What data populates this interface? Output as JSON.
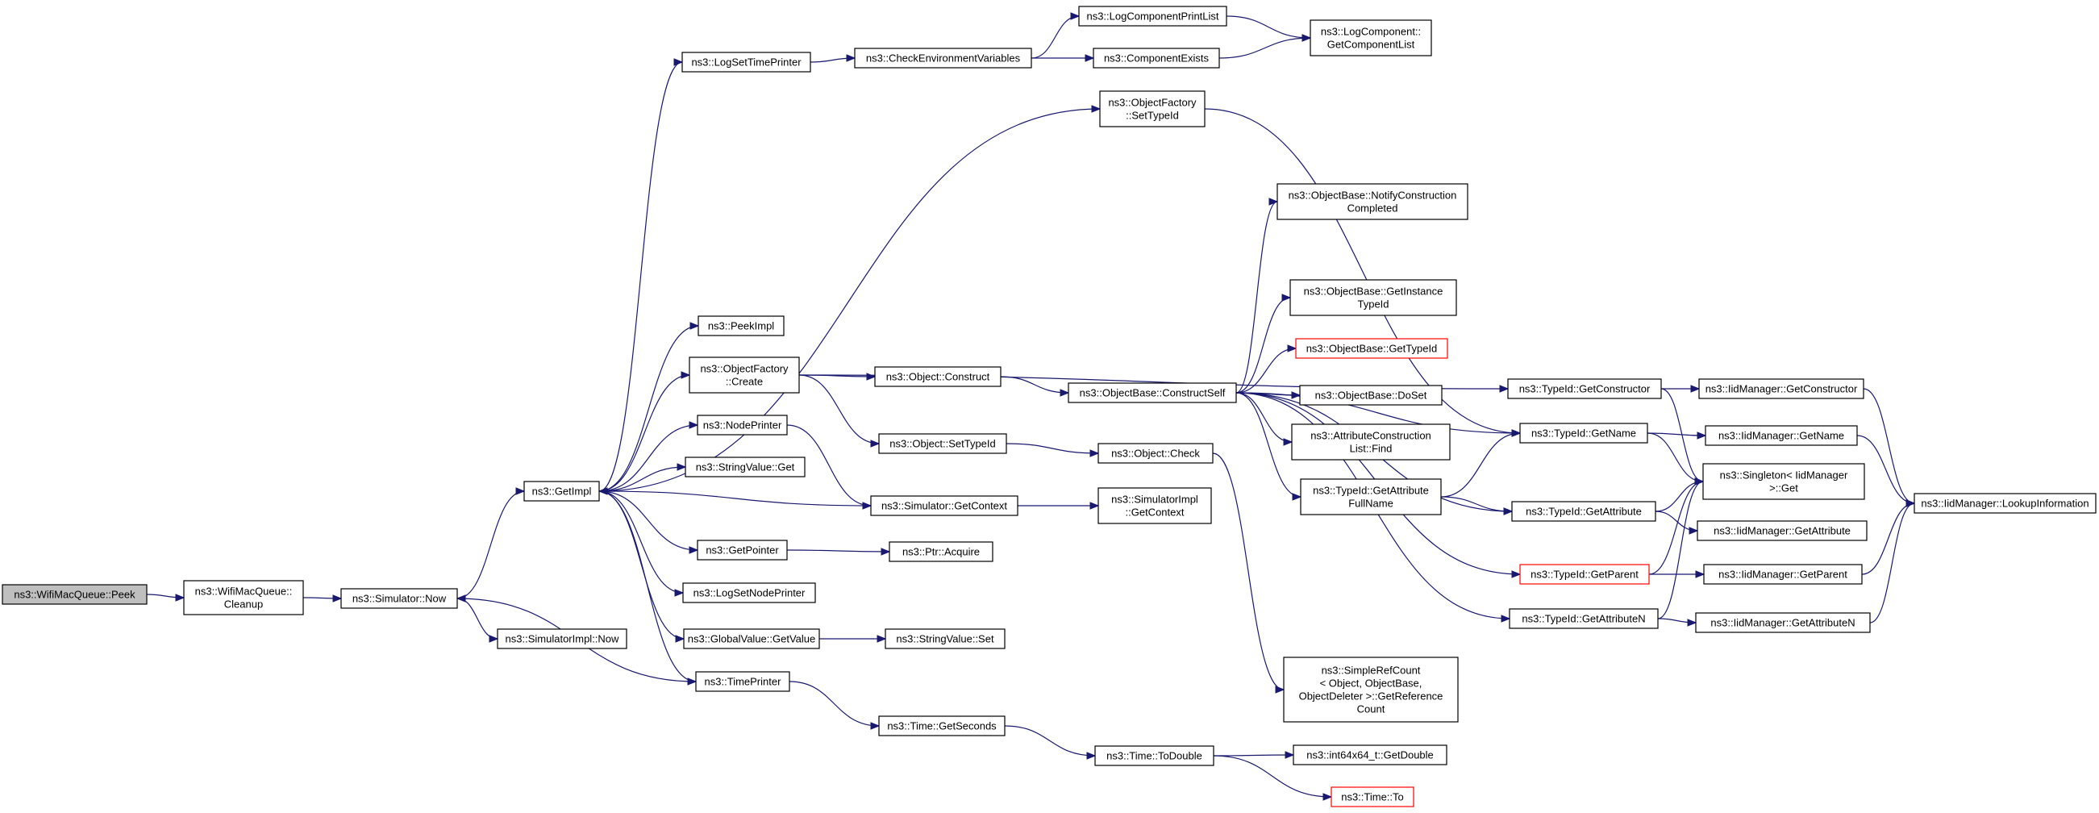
{
  "graph": {
    "edge_color": "#191970",
    "red_border_color": "#ff0000",
    "root_fill": "#bfbfbf",
    "nodes": [
      {
        "id": "peek",
        "lines": [
          "ns3::WifiMacQueue::Peek"
        ],
        "style": "root"
      },
      {
        "id": "cleanup",
        "lines": [
          "ns3::WifiMacQueue::",
          "Cleanup"
        ]
      },
      {
        "id": "simnow",
        "lines": [
          "ns3::Simulator::Now"
        ]
      },
      {
        "id": "simimplnow",
        "lines": [
          "ns3::SimulatorImpl::Now"
        ]
      },
      {
        "id": "getimpl",
        "lines": [
          "ns3::GetImpl"
        ]
      },
      {
        "id": "logsettimeprinter",
        "lines": [
          "ns3::LogSetTimePrinter"
        ]
      },
      {
        "id": "checkenv",
        "lines": [
          "ns3::CheckEnvironmentVariables"
        ]
      },
      {
        "id": "logcompprintlist",
        "lines": [
          "ns3::LogComponentPrintList"
        ]
      },
      {
        "id": "compexists",
        "lines": [
          "ns3::ComponentExists"
        ]
      },
      {
        "id": "getcomplist",
        "lines": [
          "ns3::LogComponent::",
          "GetComponentList"
        ]
      },
      {
        "id": "ofsettypeid",
        "lines": [
          "ns3::ObjectFactory",
          "::SetTypeId"
        ]
      },
      {
        "id": "peekimpl",
        "lines": [
          "ns3::PeekImpl"
        ]
      },
      {
        "id": "ofcreate",
        "lines": [
          "ns3::ObjectFactory",
          "::Create"
        ]
      },
      {
        "id": "nodeprinter",
        "lines": [
          "ns3::NodePrinter"
        ]
      },
      {
        "id": "strvalget",
        "lines": [
          "ns3::StringValue::Get"
        ]
      },
      {
        "id": "simgetcontext",
        "lines": [
          "ns3::Simulator::GetContext"
        ]
      },
      {
        "id": "getpointer",
        "lines": [
          "ns3::GetPointer"
        ]
      },
      {
        "id": "logsetnodeprinter",
        "lines": [
          "ns3::LogSetNodePrinter"
        ]
      },
      {
        "id": "gvgetvalue",
        "lines": [
          "ns3::GlobalValue::GetValue"
        ]
      },
      {
        "id": "timeprinter",
        "lines": [
          "ns3::TimePrinter"
        ]
      },
      {
        "id": "objconstruct",
        "lines": [
          "ns3::Object::Construct"
        ]
      },
      {
        "id": "objsettypeid",
        "lines": [
          "ns3::Object::SetTypeId"
        ]
      },
      {
        "id": "ptracquire",
        "lines": [
          "ns3::Ptr::Acquire"
        ]
      },
      {
        "id": "strvalset",
        "lines": [
          "ns3::StringValue::Set"
        ]
      },
      {
        "id": "timegetseconds",
        "lines": [
          "ns3::Time::GetSeconds"
        ]
      },
      {
        "id": "simimplgetcontext",
        "lines": [
          "ns3::SimulatorImpl",
          "::GetContext"
        ]
      },
      {
        "id": "objbaseconstructself",
        "lines": [
          "ns3::ObjectBase::ConstructSelf"
        ]
      },
      {
        "id": "objcheck",
        "lines": [
          "ns3::Object::Check"
        ]
      },
      {
        "id": "timetodouble",
        "lines": [
          "ns3::Time::ToDouble"
        ]
      },
      {
        "id": "notifyconstruction",
        "lines": [
          "ns3::ObjectBase::NotifyConstruction",
          "Completed"
        ]
      },
      {
        "id": "getinstancetypeid",
        "lines": [
          "ns3::ObjectBase::GetInstance",
          "TypeId"
        ]
      },
      {
        "id": "objbasegettypeid",
        "lines": [
          "ns3::ObjectBase::GetTypeId"
        ],
        "style": "red"
      },
      {
        "id": "objbasedoset",
        "lines": [
          "ns3::ObjectBase::DoSet"
        ]
      },
      {
        "id": "attrconstructfind",
        "lines": [
          "ns3::AttributeConstruction",
          "List::Find"
        ]
      },
      {
        "id": "typeidgetattrfullname",
        "lines": [
          "ns3::TypeId::GetAttribute",
          "FullName"
        ]
      },
      {
        "id": "simplerefcount",
        "lines": [
          "ns3::SimpleRefCount",
          "< Object, ObjectBase,",
          "ObjectDeleter >::GetReference",
          "Count"
        ]
      },
      {
        "id": "int64getdouble",
        "lines": [
          "ns3::int64x64_t::GetDouble"
        ]
      },
      {
        "id": "timeto",
        "lines": [
          "ns3::Time::To"
        ],
        "style": "red"
      },
      {
        "id": "typeidgetconstructor",
        "lines": [
          "ns3::TypeId::GetConstructor"
        ]
      },
      {
        "id": "typeidgetname",
        "lines": [
          "ns3::TypeId::GetName"
        ]
      },
      {
        "id": "typeidgetattribute",
        "lines": [
          "ns3::TypeId::GetAttribute"
        ]
      },
      {
        "id": "typeidgetparent",
        "lines": [
          "ns3::TypeId::GetParent"
        ],
        "style": "red"
      },
      {
        "id": "typeidgetattributen",
        "lines": [
          "ns3::TypeId::GetAttributeN"
        ]
      },
      {
        "id": "iidgetconstructor",
        "lines": [
          "ns3::IidManager::GetConstructor"
        ]
      },
      {
        "id": "iidgetname",
        "lines": [
          "ns3::IidManager::GetName"
        ]
      },
      {
        "id": "singletonget",
        "lines": [
          "ns3::Singleton< IidManager",
          ">::Get"
        ]
      },
      {
        "id": "iidgetattribute",
        "lines": [
          "ns3::IidManager::GetAttribute"
        ]
      },
      {
        "id": "iidgetparent",
        "lines": [
          "ns3::IidManager::GetParent"
        ]
      },
      {
        "id": "iidgetattributen",
        "lines": [
          "ns3::IidManager::GetAttributeN"
        ]
      },
      {
        "id": "iidlookup",
        "lines": [
          "ns3::IidManager::LookupInformation"
        ]
      }
    ],
    "edges": [
      [
        "peek",
        "cleanup"
      ],
      [
        "cleanup",
        "simnow"
      ],
      [
        "simnow",
        "getimpl"
      ],
      [
        "simnow",
        "simimplnow"
      ],
      [
        "getimpl",
        "logsettimeprinter"
      ],
      [
        "getimpl",
        "ofsettypeid"
      ],
      [
        "getimpl",
        "peekimpl"
      ],
      [
        "getimpl",
        "ofcreate"
      ],
      [
        "getimpl",
        "nodeprinter"
      ],
      [
        "getimpl",
        "strvalget"
      ],
      [
        "getimpl",
        "getpointer"
      ],
      [
        "getimpl",
        "logsetnodeprinter"
      ],
      [
        "getimpl",
        "gvgetvalue"
      ],
      [
        "getimpl",
        "timeprinter"
      ],
      [
        "logsettimeprinter",
        "checkenv"
      ],
      [
        "checkenv",
        "logcompprintlist"
      ],
      [
        "checkenv",
        "compexists"
      ],
      [
        "logcompprintlist",
        "getcomplist"
      ],
      [
        "compexists",
        "getcomplist"
      ],
      [
        "ofsettypeid",
        "typeidgetname"
      ],
      [
        "ofcreate",
        "objconstruct"
      ],
      [
        "ofcreate",
        "objsettypeid"
      ],
      [
        "ofcreate",
        "typeidgetconstructor"
      ],
      [
        "nodeprinter",
        "simgetcontext"
      ],
      [
        "simgetcontext",
        "getimpl"
      ],
      [
        "simgetcontext",
        "simimplgetcontext"
      ],
      [
        "getpointer",
        "ptracquire"
      ],
      [
        "gvgetvalue",
        "strvalset"
      ],
      [
        "timeprinter",
        "simnow"
      ],
      [
        "timeprinter",
        "timegetseconds"
      ],
      [
        "objconstruct",
        "objbaseconstructself"
      ],
      [
        "objsettypeid",
        "objcheck"
      ],
      [
        "objbaseconstructself",
        "notifyconstruction"
      ],
      [
        "objbaseconstructself",
        "typeidgetname"
      ],
      [
        "objbaseconstructself",
        "getinstancetypeid"
      ],
      [
        "objbaseconstructself",
        "objbasegettypeid"
      ],
      [
        "objbaseconstructself",
        "objbasedoset"
      ],
      [
        "objbaseconstructself",
        "attrconstructfind"
      ],
      [
        "objbaseconstructself",
        "typeidgetattrfullname"
      ],
      [
        "objbaseconstructself",
        "typeidgetattribute"
      ],
      [
        "objbaseconstructself",
        "typeidgetparent"
      ],
      [
        "objbaseconstructself",
        "typeidgetattributen"
      ],
      [
        "objcheck",
        "simplerefcount"
      ],
      [
        "timegetseconds",
        "timetodouble"
      ],
      [
        "timetodouble",
        "int64getdouble"
      ],
      [
        "timetodouble",
        "timeto"
      ],
      [
        "typeidgetattrfullname",
        "typeidgetname"
      ],
      [
        "typeidgetattrfullname",
        "typeidgetattribute"
      ],
      [
        "typeidgetconstructor",
        "iidgetconstructor"
      ],
      [
        "typeidgetconstructor",
        "singletonget"
      ],
      [
        "typeidgetname",
        "iidgetname"
      ],
      [
        "typeidgetname",
        "singletonget"
      ],
      [
        "typeidgetattribute",
        "singletonget"
      ],
      [
        "typeidgetattribute",
        "iidgetattribute"
      ],
      [
        "typeidgetparent",
        "singletonget"
      ],
      [
        "typeidgetparent",
        "iidgetparent"
      ],
      [
        "typeidgetattributen",
        "singletonget"
      ],
      [
        "typeidgetattributen",
        "iidgetattributen"
      ],
      [
        "iidgetconstructor",
        "iidlookup"
      ],
      [
        "iidgetname",
        "iidlookup"
      ],
      [
        "iidgetparent",
        "iidlookup"
      ],
      [
        "iidgetattributen",
        "iidlookup"
      ]
    ]
  }
}
